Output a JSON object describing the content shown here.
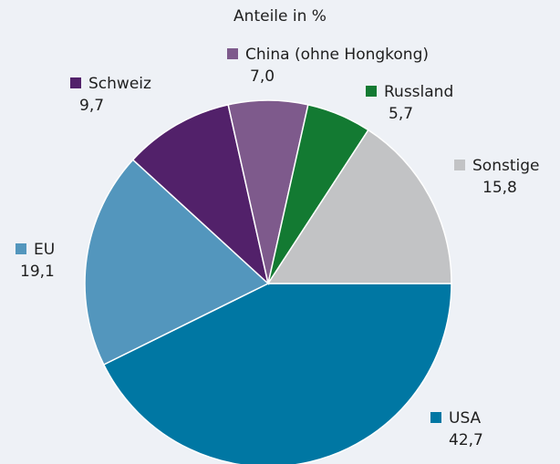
{
  "chart_data": {
    "type": "pie",
    "title": "Anteile in %",
    "unit": "%",
    "start_angle_deg": 90,
    "direction": "clockwise",
    "slices": [
      {
        "label": "USA",
        "value_label": "42,7",
        "value": 42.7,
        "color": "#0077a3"
      },
      {
        "label": "EU",
        "value_label": "19,1",
        "value": 19.1,
        "color": "#5396bd"
      },
      {
        "label": "Schweiz",
        "value_label": "9,7",
        "value": 9.7,
        "color": "#52216a"
      },
      {
        "label": "China (ohne Hongkong)",
        "value_label": "7,0",
        "value": 7.0,
        "color": "#7e5a8c"
      },
      {
        "label": "Russland",
        "value_label": "5,7",
        "value": 5.7,
        "color": "#137a32"
      },
      {
        "label": "Sonstige",
        "value_label": "15,8",
        "value": 15.8,
        "color": "#c2c3c5"
      }
    ]
  }
}
